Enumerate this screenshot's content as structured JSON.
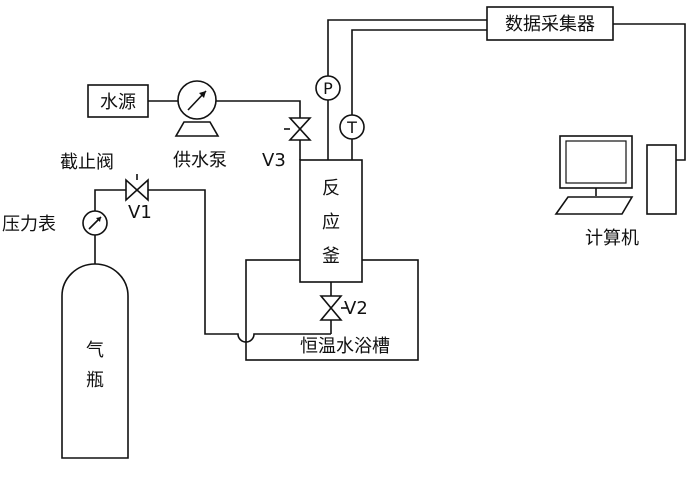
{
  "labels": {
    "data_collector": "数据采集器",
    "water_source": "水源",
    "water_pump": "供水泵",
    "pressure_sensor": "P",
    "temp_sensor": "T",
    "valve3": "V3",
    "stop_valve": "截止阀",
    "valve1": "V1",
    "pressure_gauge": "压力表",
    "reactor_line1": "反",
    "reactor_line2": "应",
    "reactor_line3": "釜",
    "valve2": "V2",
    "water_bath": "恒温水浴槽",
    "cylinder_line1": "气",
    "cylinder_line2": "瓶",
    "computer": "计算机"
  },
  "colors": {
    "line": "#111111",
    "background": "#ffffff"
  },
  "icons": {
    "pump": "pump-icon",
    "gauge": "pressure-gauge-icon",
    "valve": "valve-icon",
    "computer": "computer-icon"
  }
}
